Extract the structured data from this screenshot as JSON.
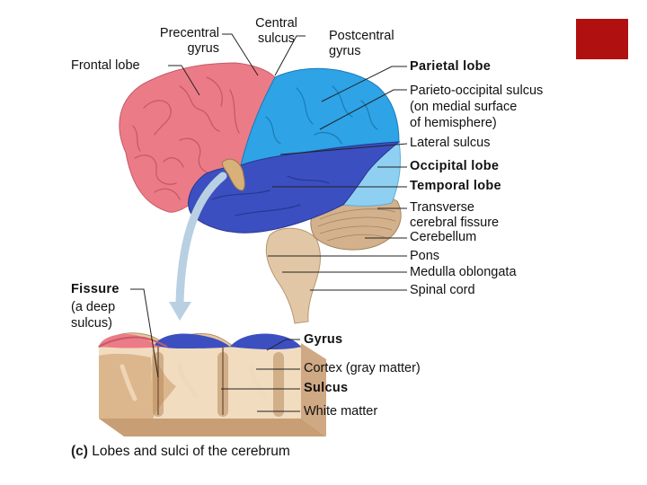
{
  "colors": {
    "frontal": "#ec7b88",
    "parietal": "#2ea3e6",
    "temporal": "#3c4fc0",
    "occipital": "#8fd0f2",
    "cerebellum": "#d3b18c",
    "brainstem": "#e2c7a6",
    "corner_box": "#b01010"
  },
  "labels": {
    "precentral_gyrus": "Precentral\ngyrus",
    "frontal_lobe": "Frontal lobe",
    "central_sulcus": "Central\nsulcus",
    "postcentral_gyrus": "Postcentral\ngyrus",
    "parietal_lobe": "Parietal lobe",
    "parieto_occipital_sulcus": "Parieto-occipital sulcus\n(on medial surface\nof hemisphere)",
    "lateral_sulcus": "Lateral sulcus",
    "occipital_lobe": "Occipital lobe",
    "temporal_lobe": "Temporal lobe",
    "transverse_fissure": "Transverse\ncerebral fissure",
    "cerebellum": "Cerebellum",
    "pons": "Pons",
    "medulla_oblongata": "Medulla oblongata",
    "spinal_cord": "Spinal cord",
    "fissure": "Fissure",
    "fissure_desc": "(a deep\nsulcus)",
    "gyrus": "Gyrus",
    "cortex": "Cortex (gray matter)",
    "sulcus": "Sulcus",
    "white_matter": "White matter"
  },
  "caption": {
    "tag": "(c)",
    "text": " Lobes and sulci of the cerebrum"
  }
}
